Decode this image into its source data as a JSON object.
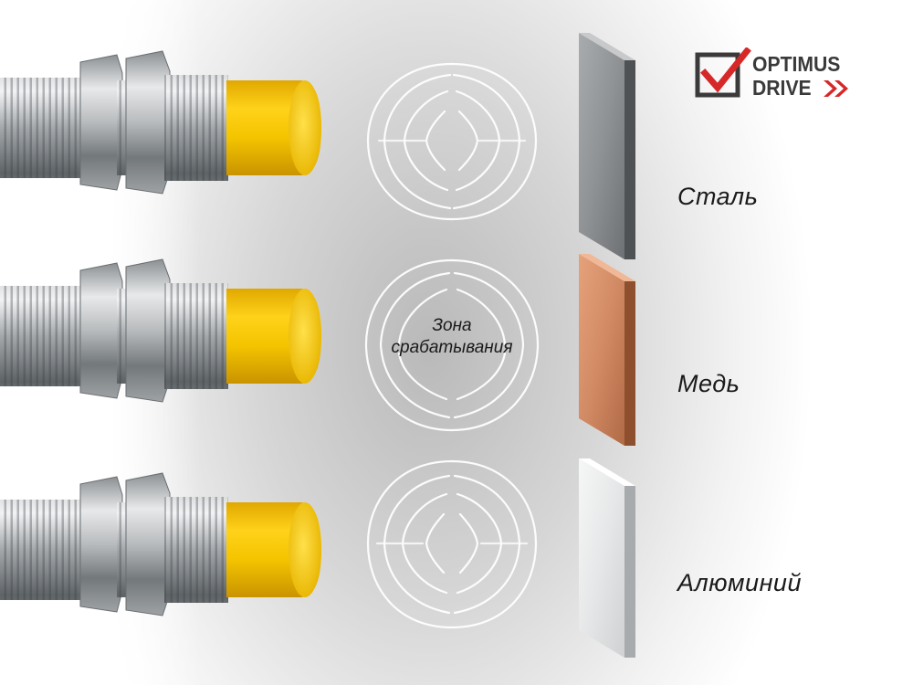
{
  "zone": {
    "line1": "Зона",
    "line2": "срабатывания"
  },
  "metals": [
    {
      "label": "Сталь",
      "color": "#8f9294"
    },
    {
      "label": "Медь",
      "color": "#d18a64"
    },
    {
      "label": "Алюминий",
      "color": "#e6e7e8"
    }
  ],
  "logo": {
    "line1": "OPTIMUS",
    "line2": "DRIVE",
    "accent": "#d62828",
    "text_color": "#3a3a3a"
  },
  "sensor": {
    "cap_color": "#f4c400",
    "body_color": "#b9bcbf"
  },
  "icons": {
    "logo": "checkmark-box-icon",
    "arrows": "double-chevron-right-icon"
  }
}
